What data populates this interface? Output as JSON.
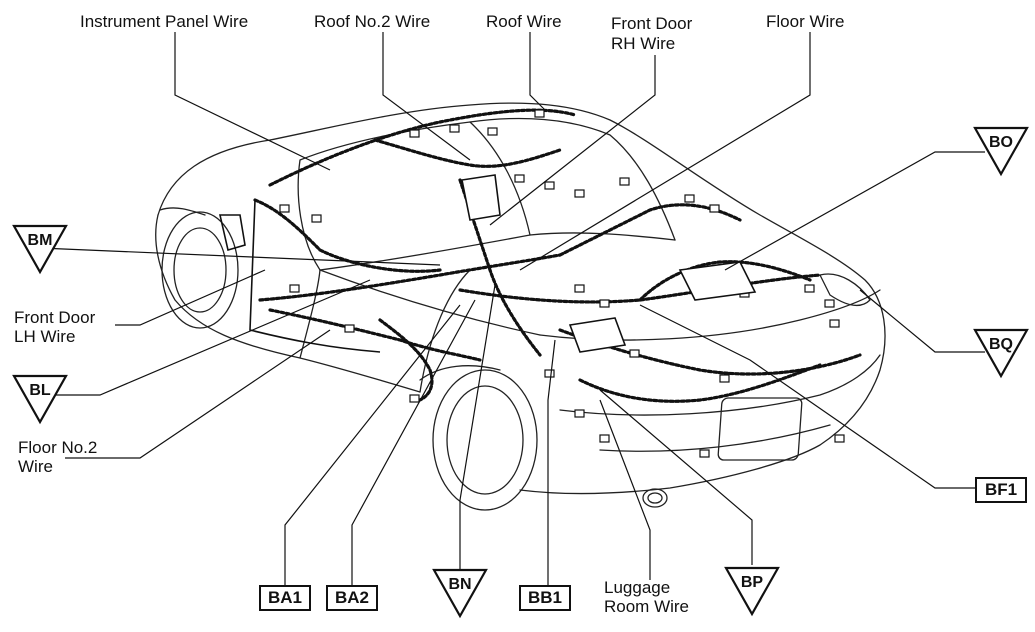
{
  "labels": {
    "instrument_panel_wire": "Instrument Panel Wire",
    "roof_no2_wire": "Roof No.2 Wire",
    "roof_wire": "Roof Wire",
    "front_door_rh_wire_line1": "Front Door",
    "front_door_rh_wire_line2": "RH Wire",
    "floor_wire": "Floor Wire",
    "front_door_lh_wire_line1": "Front Door",
    "front_door_lh_wire_line2": "LH Wire",
    "floor_no2_wire_line1": "Floor No.2",
    "floor_no2_wire_line2": "Wire",
    "luggage_room_wire_line1": "Luggage",
    "luggage_room_wire_line2": "Room Wire"
  },
  "triangle_codes": {
    "bm": "BM",
    "bl": "BL",
    "bo": "BO",
    "bq": "BQ",
    "bn": "BN",
    "bp": "BP"
  },
  "box_codes": {
    "ba1": "BA1",
    "ba2": "BA2",
    "bb1": "BB1",
    "bf1": "BF1"
  }
}
